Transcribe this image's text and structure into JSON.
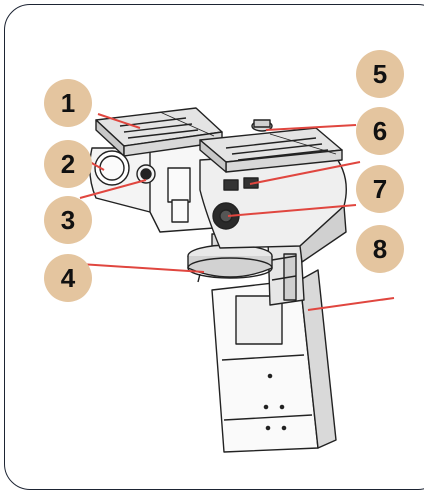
{
  "colors": {
    "badge_fill": "#e4c59f",
    "badge_text": "#111111",
    "leader_line": "#e0463f",
    "frame_border": "#1d2433",
    "drawing_line": "#222222"
  },
  "callouts": [
    {
      "id": "1",
      "label": "1"
    },
    {
      "id": "2",
      "label": "2"
    },
    {
      "id": "3",
      "label": "3"
    },
    {
      "id": "4",
      "label": "4"
    },
    {
      "id": "5",
      "label": "5"
    },
    {
      "id": "6",
      "label": "6"
    },
    {
      "id": "7",
      "label": "7"
    },
    {
      "id": "8",
      "label": "8"
    }
  ]
}
